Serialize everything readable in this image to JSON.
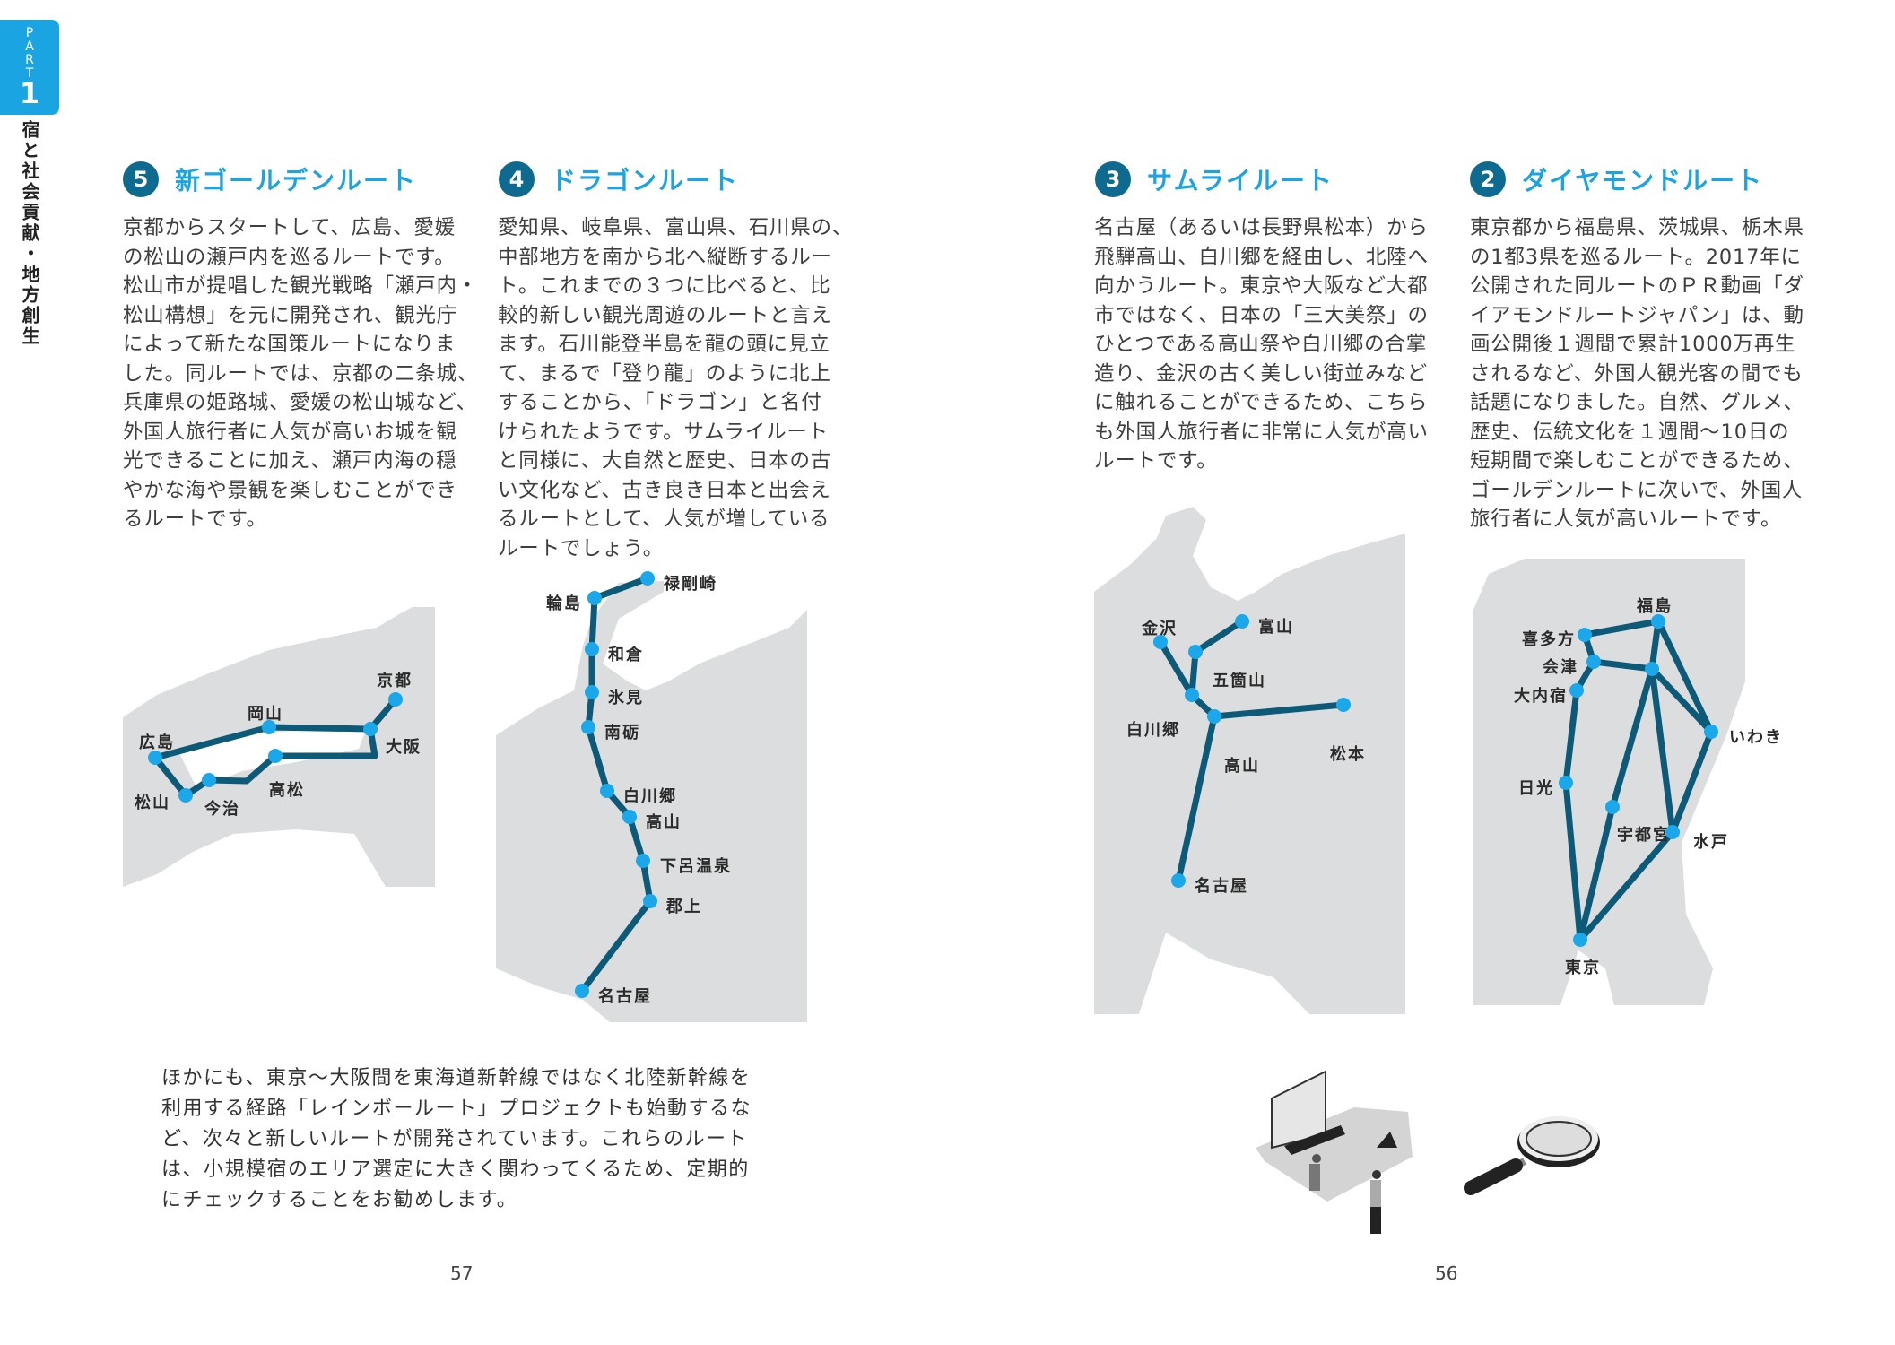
{
  "side_tab": {
    "part_label": "PART",
    "part_number": "1",
    "chapter_title": "宿と社会貢献・地方創生"
  },
  "sections": [
    {
      "number": "5",
      "title": "新ゴールデンルート",
      "body": [
        "京都からスタートして、広島、愛媛",
        "の松山の瀬戸内を巡るルートです。",
        "松山市が提唱した観光戦略「瀬戸内・",
        "松山構想」を元に開発され、観光庁",
        "によって新たな国策ルートになりま",
        "した。同ルートでは、京都の二条城、",
        "兵庫県の姫路城、愛媛の松山城など、",
        "外国人旅行者に人気が高いお城を観",
        "光できることに加え、瀬戸内海の穏",
        "やかな海や景観を楽しむことができ",
        "るルートです。"
      ],
      "stations": [
        "京都",
        "大阪",
        "岡山",
        "広島",
        "松山",
        "今治",
        "高松"
      ]
    },
    {
      "number": "4",
      "title": "ドラゴンルート",
      "body": [
        "愛知県、岐阜県、富山県、石川県の、",
        "中部地方を南から北へ縦断するルー",
        "ト。これまでの３つに比べると、比",
        "較的新しい観光周遊のルートと言え",
        "ます。石川能登半島を龍の頭に見立",
        "て、まるで「登り龍」のように北上",
        "することから、「ドラゴン」と名付",
        "けられたようです。サムライルート",
        "と同様に、大自然と歴史、日本の古",
        "い文化など、古き良き日本と出会え",
        "るルートとして、人気が増している",
        "ルートでしょう。"
      ],
      "stations": [
        "禄剛崎",
        "輪島",
        "和倉",
        "氷見",
        "南砺",
        "白川郷",
        "高山",
        "下呂温泉",
        "郡上",
        "名古屋"
      ]
    },
    {
      "number": "3",
      "title": "サムライルート",
      "body": [
        "名古屋（あるいは長野県松本）から",
        "飛騨高山、白川郷を経由し、北陸へ",
        "向かうルート。東京や大阪など大都",
        "市ではなく、日本の「三大美祭」の",
        "ひとつである高山祭や白川郷の合掌",
        "造り、金沢の古く美しい街並みなど",
        "に触れることができるため、こちら",
        "も外国人旅行者に非常に人気が高い",
        "ルートです。"
      ],
      "stations": [
        "金沢",
        "富山",
        "五箇山",
        "白川郷",
        "高山",
        "松本",
        "名古屋"
      ]
    },
    {
      "number": "2",
      "title": "ダイヤモンドルート",
      "body": [
        "東京都から福島県、茨城県、栃木県",
        "の1都3県を巡るルート。2017年に",
        "公開された同ルートのＰＲ動画「ダ",
        "イアモンドルートジャパン」は、動",
        "画公開後１週間で累計1000万再生",
        "されるなど、外国人観光客の間でも",
        "話題になりました。自然、グルメ、",
        "歴史、伝統文化を１週間～10日の",
        "短期間で楽しむことができるため、",
        "ゴールデンルートに次いで、外国人",
        "旅行者に人気が高いルートです。"
      ],
      "stations": [
        "福島",
        "喜多方",
        "会津",
        "大内宿",
        "",
        "いわき",
        "日光",
        "宇都宮",
        "水戸",
        "東京"
      ]
    }
  ],
  "footer_text": [
    "ほかにも、東京～大阪間を東海道新幹線ではなく北陸新幹線を",
    "利用する経路「レインボールート」プロジェクトも始動するな",
    "ど、次々と新しいルートが開発されています。これらのルート",
    "は、小規模宿のエリア選定に大きく関わってくるため、定期的",
    "にチェックすることをお勧めします。"
  ],
  "page_numbers": {
    "left": "57",
    "right": "56"
  },
  "colors": {
    "accent": "#1ca3e0",
    "badge": "#0f6a8f",
    "route": "#0d5a78",
    "node": "#1aa8ea",
    "land": "#dcdddf"
  },
  "illustrations": [
    "laptop-desk-people-icon",
    "magnifying-glass-icon"
  ]
}
